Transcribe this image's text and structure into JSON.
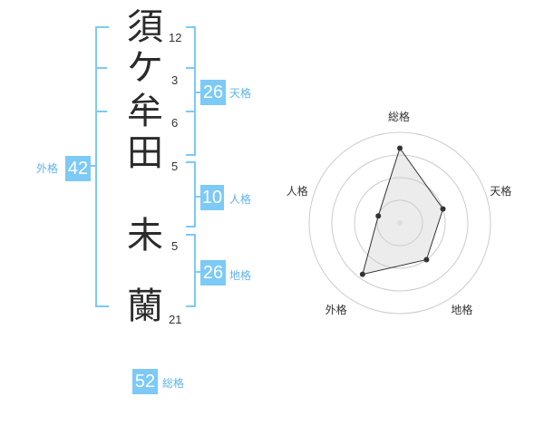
{
  "name": {
    "chars": [
      {
        "char": "須",
        "strokes": "12"
      },
      {
        "char": "ケ",
        "strokes": "3"
      },
      {
        "char": "牟",
        "strokes": "6"
      },
      {
        "char": "田",
        "strokes": "5"
      },
      {
        "char": "未",
        "strokes": "5"
      },
      {
        "char": "蘭",
        "strokes": "21"
      }
    ]
  },
  "kakusu": {
    "tenkaku": {
      "value": "26",
      "label": "天格"
    },
    "jinkaku": {
      "value": "10",
      "label": "人格"
    },
    "chikaku": {
      "value": "26",
      "label": "地格"
    },
    "gaikaku": {
      "value": "42",
      "label": "外格"
    },
    "soukaku": {
      "value": "52",
      "label": "総格"
    }
  },
  "colors": {
    "accent": "#7ccaf5",
    "bracket": "#7ccaf5",
    "label": "#5fb4e8",
    "text": "#2b2b2b"
  },
  "chart_data": {
    "type": "radar",
    "axes": [
      "総格",
      "天格",
      "地格",
      "外格",
      "人格"
    ],
    "values": [
      3.3,
      2.0,
      2.0,
      2.8,
      1.0
    ],
    "max": 4,
    "rings": 4
  }
}
